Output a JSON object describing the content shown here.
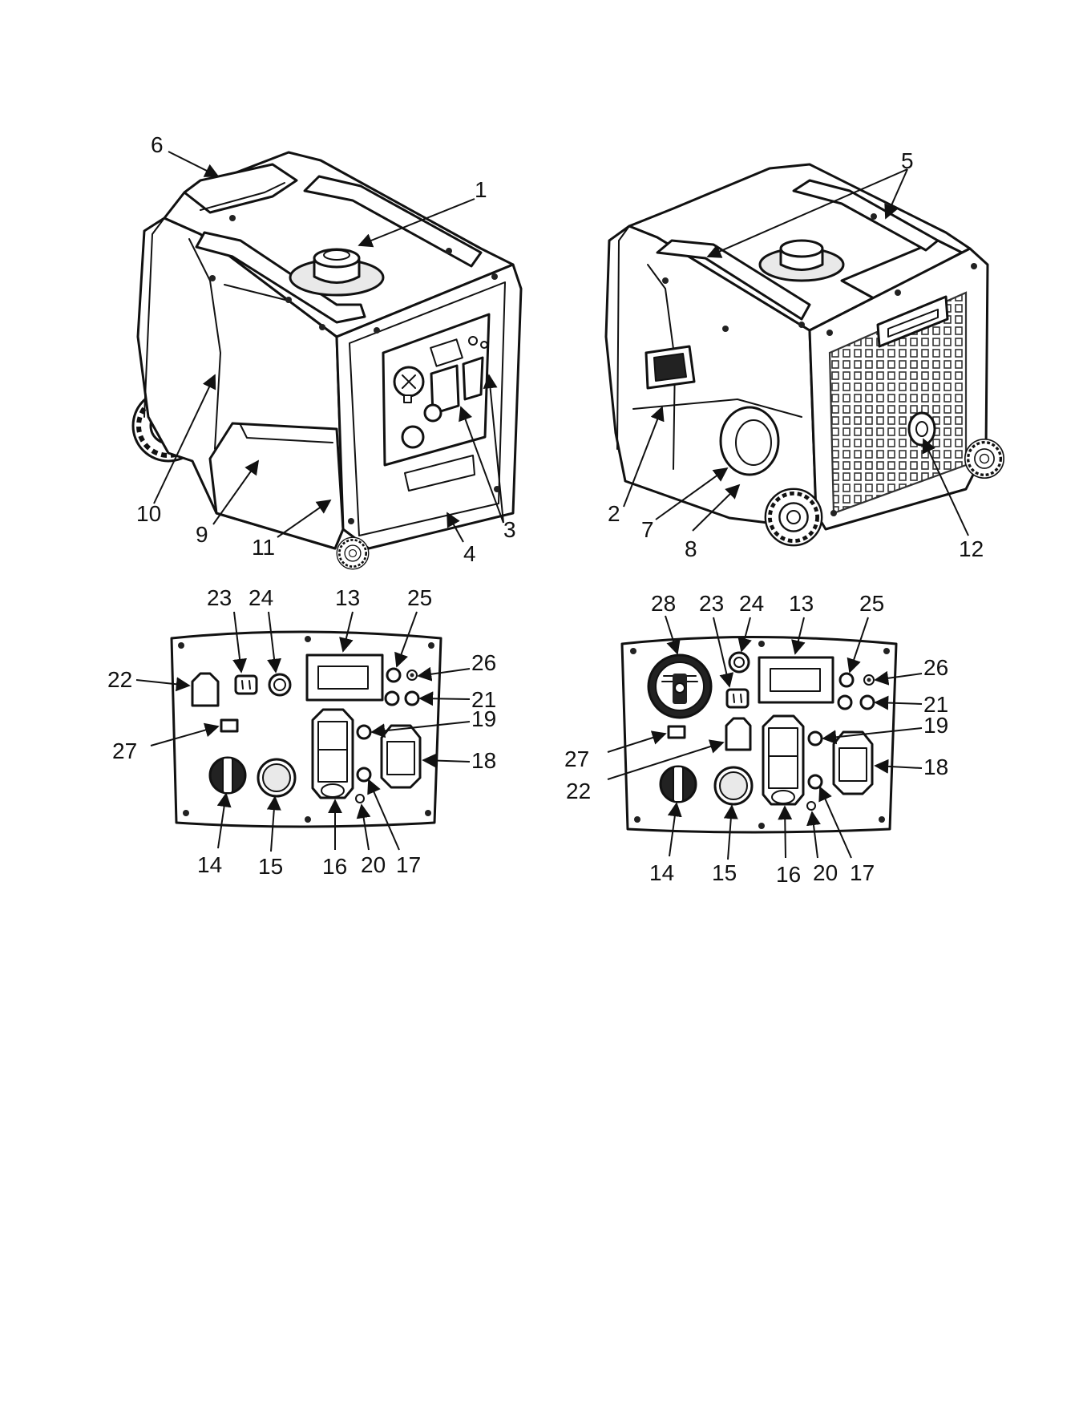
{
  "callouts_front": [
    {
      "id": "c1",
      "text": "1"
    },
    {
      "id": "c3",
      "text": "3"
    },
    {
      "id": "c4",
      "text": "4"
    },
    {
      "id": "c6",
      "text": "6"
    },
    {
      "id": "c9",
      "text": "9"
    },
    {
      "id": "c10",
      "text": "10"
    },
    {
      "id": "c11",
      "text": "11"
    }
  ],
  "callouts_rear": [
    {
      "id": "c2",
      "text": "2"
    },
    {
      "id": "c5",
      "text": "5"
    },
    {
      "id": "c7",
      "text": "7"
    },
    {
      "id": "c8",
      "text": "8"
    },
    {
      "id": "c12",
      "text": "12"
    }
  ],
  "panel_left": {
    "labels": [
      "23",
      "24",
      "13",
      "25",
      "22",
      "26",
      "21",
      "27",
      "19",
      "18",
      "14",
      "15",
      "16",
      "20",
      "17"
    ]
  },
  "panel_right": {
    "labels": [
      "28",
      "23",
      "24",
      "13",
      "25",
      "26",
      "21",
      "27",
      "19",
      "22",
      "18",
      "14",
      "15",
      "16",
      "20",
      "17"
    ]
  },
  "colors": {
    "ink": "#111111",
    "paper": "#ffffff",
    "shade": "#e9e9e9"
  }
}
